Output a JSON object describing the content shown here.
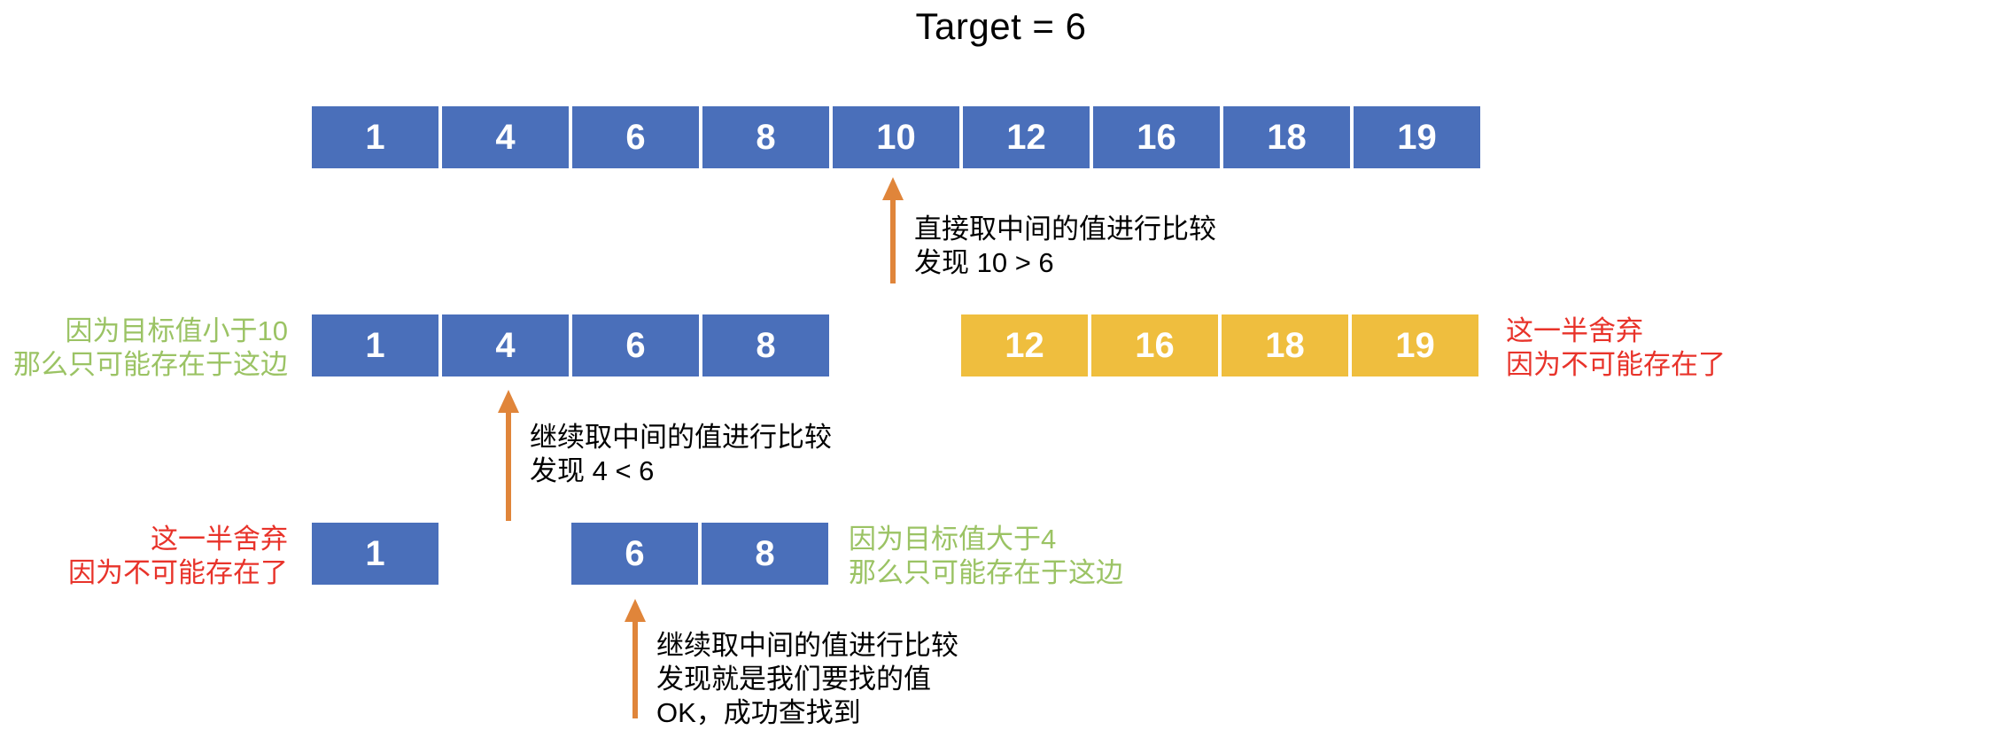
{
  "title": "Target = 6",
  "colors": {
    "blue": "#4a6fba",
    "amber": "#efbe3e",
    "arrow_orange": "#e0853a",
    "green_text": "#9bc364",
    "red_text": "#e8332a",
    "cell_text": "#ffffff",
    "note_text": "#000000"
  },
  "chart_data": {
    "type": "table",
    "title": "Target = 6",
    "target": 6,
    "rows": [
      {
        "step": 1,
        "kept": [
          1,
          4,
          6,
          8,
          10,
          12,
          16,
          18,
          19
        ],
        "kept_color": "#4a6fba",
        "discarded": [],
        "mid_value": 10,
        "mid_index": 4
      },
      {
        "step": 2,
        "kept": [
          1,
          4,
          6,
          8
        ],
        "kept_color": "#4a6fba",
        "discarded": [
          12,
          16,
          18,
          19
        ],
        "discarded_color": "#efbe3e",
        "mid_value": 4,
        "mid_index": 1
      },
      {
        "step": 3,
        "kept": [
          6,
          8
        ],
        "kept_color": "#4a6fba",
        "discarded": [
          1
        ],
        "discarded_color": "#4a6fba",
        "mid_value": 6,
        "mid_index": 0
      }
    ]
  },
  "row1": {
    "cells": [
      "1",
      "4",
      "6",
      "8",
      "10",
      "12",
      "16",
      "18",
      "19"
    ]
  },
  "row2": {
    "keep_cells": [
      "1",
      "4",
      "6",
      "8"
    ],
    "discard_cells": [
      "12",
      "16",
      "18",
      "19"
    ],
    "left_label": "因为目标值小于10\n那么只可能存在于这边",
    "right_label": "这一半舍弃\n因为不可能存在了"
  },
  "row3": {
    "discard_cells": [
      "1"
    ],
    "keep_cells": [
      "6",
      "8"
    ],
    "left_label": "这一半舍弃\n因为不可能存在了",
    "right_label": "因为目标值大于4\n那么只可能存在于这边"
  },
  "notes": {
    "note1": "直接取中间的值进行比较\n发现 10 > 6",
    "note2": "继续取中间的值进行比较\n发现 4 < 6",
    "note3": "继续取中间的值进行比较\n发现就是我们要找的值\nOK，成功查找到"
  },
  "icons": {
    "arrow_up": "arrow-up-icon"
  }
}
